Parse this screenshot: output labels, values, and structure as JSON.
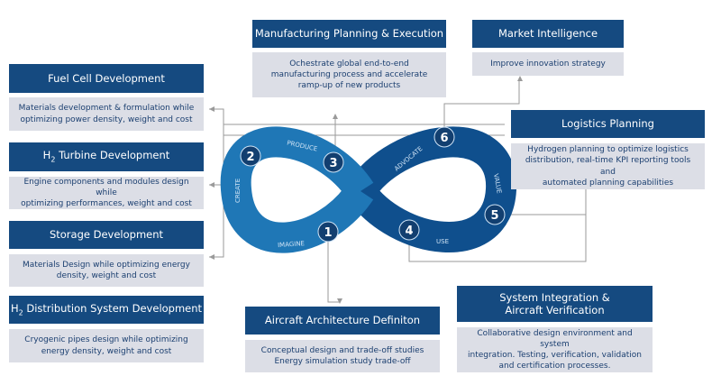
{
  "boxes": [
    {
      "id": "fuel-cell",
      "title": "Fuel Cell Development",
      "desc": "Materials development & formulation while\noptimizing power density, weight and cost"
    },
    {
      "id": "h2-turbine",
      "title_prefix": "H",
      "title_sub": "2",
      "title": " Turbine Development",
      "desc": "Engine components and modules design while\noptimizing performances, weight and cost"
    },
    {
      "id": "storage",
      "title": "Storage Development",
      "desc": "Materials Design while optimizing energy\ndensity, weight and cost"
    },
    {
      "id": "h2-distribution",
      "title_prefix": "H",
      "title_sub": "2",
      "title": " Distribution System Development",
      "desc": "Cryogenic pipes design while optimizing\nenergy density, weight and cost"
    },
    {
      "id": "manufacturing",
      "title": "Manufacturing Planning & Execution",
      "desc": "Ochestrate global end-to-end\nmanufacturing process and accelerate\nramp-up of new products"
    },
    {
      "id": "market",
      "title": "Market Intelligence",
      "desc": "Improve innovation strategy"
    },
    {
      "id": "logistics",
      "title": "Logistics Planning",
      "desc": "Hydrogen planning to optimize logistics\ndistribution, real-time KPI reporting tools and\nautomated planning capabilities"
    },
    {
      "id": "system-integration",
      "title": "System Integration &\nAircraft Verification",
      "desc": "Collaborative design environment and system\nintegration. Testing, verification, validation\nand certification processes."
    },
    {
      "id": "aircraft-architecture",
      "title": "Aircraft Architecture Definiton",
      "desc": "Conceptual design and trade-off studies\nEnergy simulation study trade-off"
    }
  ],
  "loop": {
    "stages": [
      "IMAGINE",
      "CREATE",
      "PRODUCE",
      "USE",
      "VALUE",
      "ADVOCATE"
    ],
    "numbers": [
      "1",
      "2",
      "3",
      "4",
      "5",
      "6"
    ],
    "colors": {
      "left": "#1f77b6",
      "right": "#0f4f8d",
      "circle": "#123f70"
    }
  }
}
